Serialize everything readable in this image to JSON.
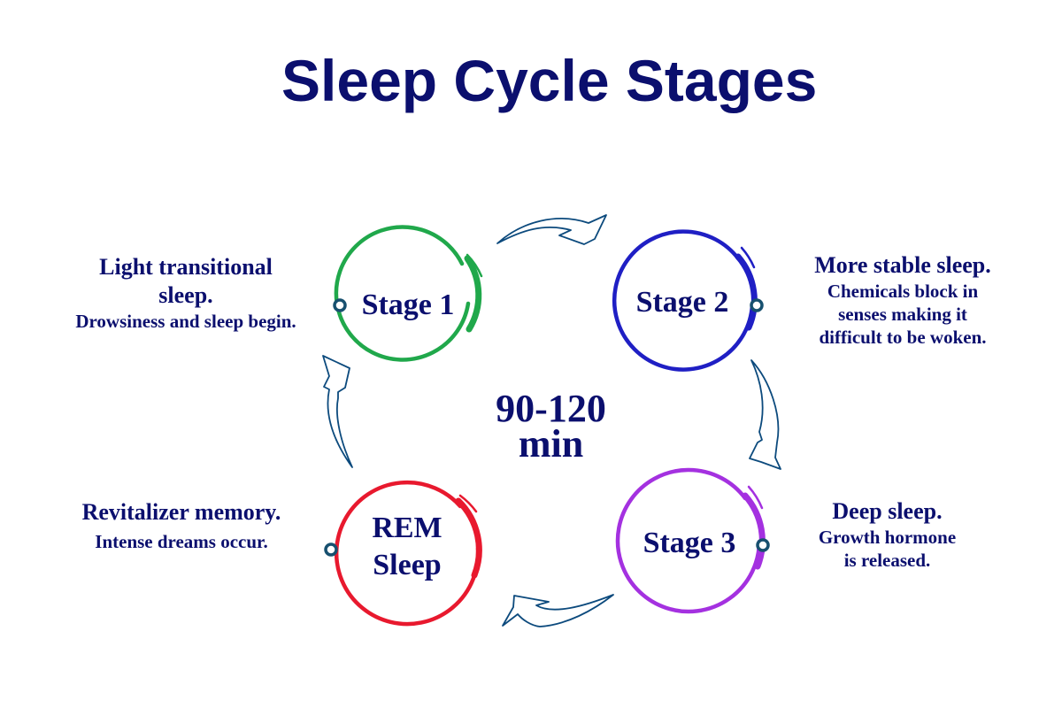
{
  "title": "Sleep Cycle Stages",
  "center": {
    "line1": "90-120",
    "line2": "min"
  },
  "colors": {
    "text": "#0b0f6e",
    "arrow": "#0c4a7d",
    "dot": "#17506f",
    "stage1": "#20a84b",
    "stage2": "#1f1fc4",
    "stage3": "#a431e0",
    "rem": "#e8192e"
  },
  "stages": [
    {
      "id": "stage1",
      "label": "Stage 1",
      "head": "Light transitional sleep.",
      "head_line1": "Light transitional",
      "head_line2": "sleep.",
      "body": "Drowsiness and sleep begin."
    },
    {
      "id": "stage2",
      "label": "Stage 2",
      "head": "More stable sleep.",
      "body_line1": "Chemicals block in",
      "body_line2": "senses making it",
      "body_line3": "difficult to be woken."
    },
    {
      "id": "stage3",
      "label": "Stage 3",
      "head": "Deep sleep.",
      "body_line1": "Growth hormone",
      "body_line2": "is released."
    },
    {
      "id": "rem",
      "label_line1": "REM",
      "label_line2": "Sleep",
      "head": "Revitalizer memory.",
      "body": "Intense dreams occur."
    }
  ],
  "arrows": [
    {
      "name": "arrow-stage1-to-stage2",
      "direction": "right"
    },
    {
      "name": "arrow-stage2-to-stage3",
      "direction": "down"
    },
    {
      "name": "arrow-stage3-to-rem",
      "direction": "left"
    },
    {
      "name": "arrow-rem-to-stage1",
      "direction": "up"
    }
  ]
}
